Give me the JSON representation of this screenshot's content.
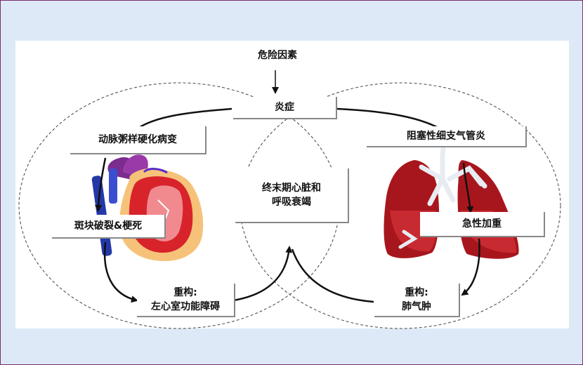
{
  "risk_factors": "危险因素",
  "inflammation": "炎症",
  "atherosclerosis": "动脉粥样硬化病变",
  "copd": "阻塞性细支气管炎",
  "end_stage_line1": "终末期心脏和",
  "end_stage_line2": "呼吸衰竭",
  "plaque": "斑块破裂&梗死",
  "exacerbation": "急性加重",
  "remodel_heart_line1": "重构:",
  "remodel_heart_line2": "左心室功能障碍",
  "remodel_lung_line1": "重构:",
  "remodel_lung_line2": "肺气肿",
  "colors": {
    "frame_border": "#7a2f6d",
    "background": "#dde9f7",
    "heart_red": "#d8232a",
    "heart_orange": "#f6c27a",
    "vessel_purple": "#7b2d8e",
    "vein_blue": "#2438a8",
    "lung_red": "#a8161d"
  },
  "icons": [
    "heart-illustration",
    "lungs-illustration"
  ]
}
